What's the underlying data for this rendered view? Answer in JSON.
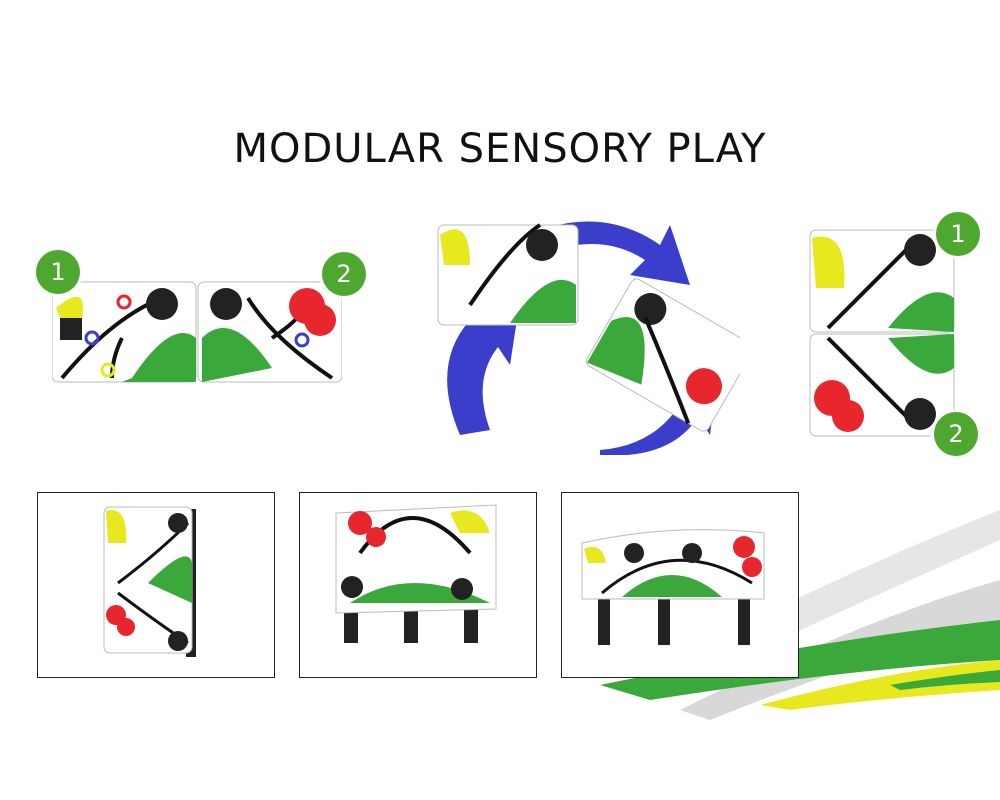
{
  "title": "MODULAR SENSORY PLAY",
  "badges": {
    "left_1": "1",
    "left_2": "2",
    "right_1": "1",
    "right_2": "2"
  },
  "colors": {
    "badge_green": "#4ea830",
    "leaf_green": "#3aa83a",
    "arrow_blue": "#3a3ecb",
    "flower_red": "#e8262e",
    "accent_yellow": "#e8e81e",
    "vine_black": "#111111"
  },
  "icons": [
    "rotate-arrows-icon",
    "pinwheel-spinner-icon",
    "flower-icon",
    "leaf-icon"
  ]
}
